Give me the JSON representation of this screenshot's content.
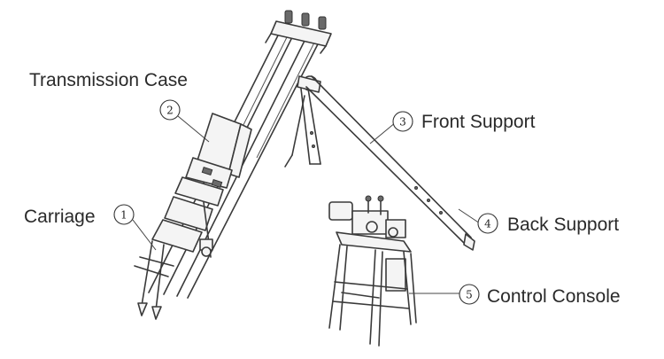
{
  "callouts": [
    {
      "number": "1",
      "label": "Carriage"
    },
    {
      "number": "2",
      "label": "Transmission Case"
    },
    {
      "number": "3",
      "label": "Front Support"
    },
    {
      "number": "4",
      "label": "Back Support"
    },
    {
      "number": "5",
      "label": "Control Console"
    }
  ]
}
